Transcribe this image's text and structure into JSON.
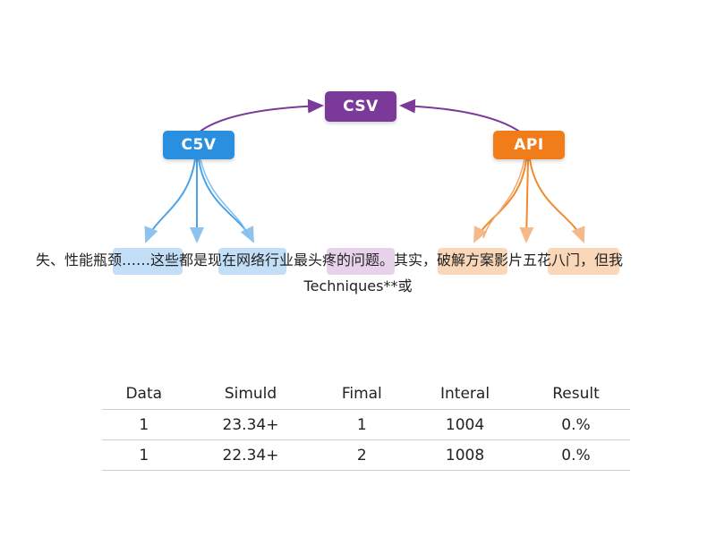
{
  "nodes": {
    "top": {
      "label": "CSV",
      "color": "#7b3a9a"
    },
    "left": {
      "label": "C5V",
      "color": "#2b8fe0"
    },
    "right": {
      "label": "API",
      "color": "#f07d1a"
    }
  },
  "child_boxes": {
    "left_color": "#bcdcf6",
    "center_color": "#e4cce9",
    "right_color": "#fbd3b1"
  },
  "overlay_text": {
    "line1": "失、性能瓶颈……这些都是现在网络行业最头疼的问题。其实，破解方案影片五花八门，但我",
    "line2": "Techniques**或"
  },
  "table": {
    "headers": [
      "Data",
      "Simuld",
      "Fimal",
      "Interal",
      "Result"
    ],
    "rows": [
      [
        "1",
        "23.34+",
        "1",
        "1004",
        "0.%"
      ],
      [
        "1",
        "22.34+",
        "2",
        "1008",
        "0.%"
      ]
    ]
  }
}
